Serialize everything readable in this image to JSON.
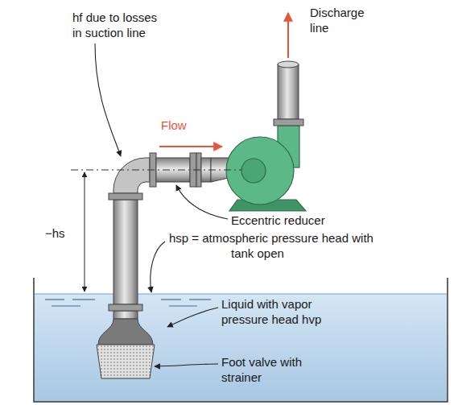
{
  "diagram": {
    "labels": [
      "hf due to losses in suction line",
      "Flow",
      "Discharge line",
      "−hs",
      "Eccentric reducer",
      "hsp = atmospheric pressure head with tank open",
      "Liquid with vapor pressure head hvp",
      "Foot valve with strainer"
    ]
  }
}
